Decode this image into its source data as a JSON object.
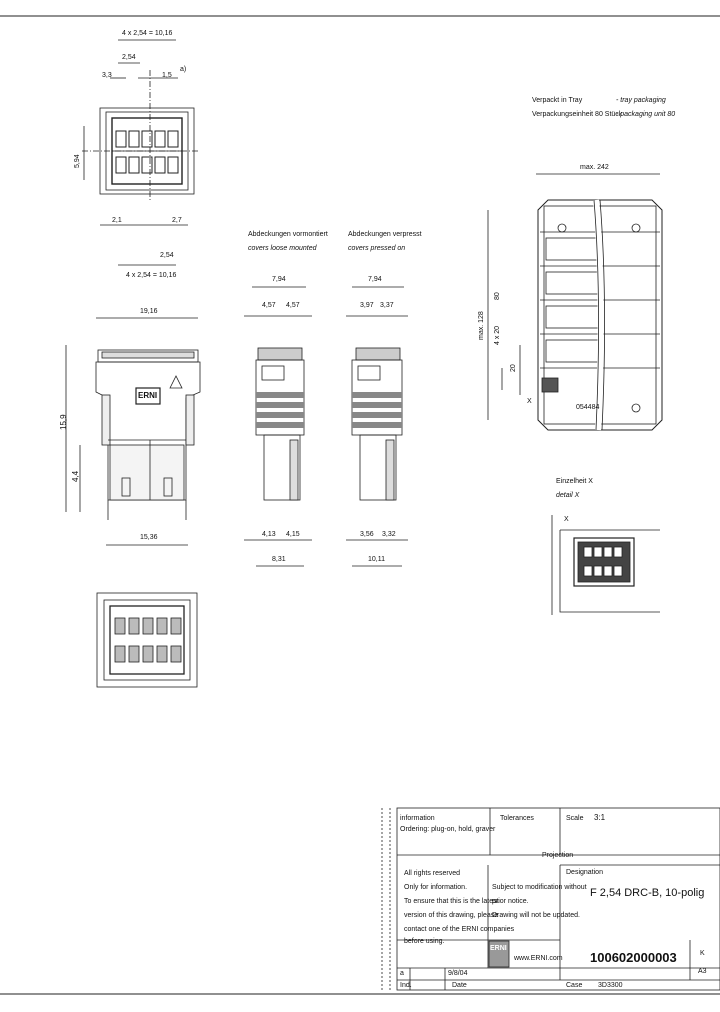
{
  "drawing": {
    "top_view": {
      "dim_total": "4 x 2,54 = 10,16",
      "dim_pitch": "2,54",
      "dim_left": "3,3",
      "dim_right": "1,5",
      "label_a": "a)",
      "dim_height": "5,94",
      "dim_bottom_left": "2,1",
      "dim_bottom_right": "2,7"
    },
    "front_view": {
      "dim_pitch": "2,54",
      "dim_total": "4 x 2,54 = 10,16",
      "dim_width": "19,16",
      "dim_height": "15,9",
      "dim_lower": "4,4",
      "dim_bottom": "15,36",
      "logo": "ERNI"
    },
    "side_unmounted": {
      "title_de": "Abdeckungen vormontiert",
      "title_en": "covers loose mounted",
      "dim_top": "7,94",
      "dim_left": "4,57",
      "dim_right": "4,57",
      "dim_b_left": "4,13",
      "dim_b_right": "4,15",
      "dim_b_total": "8,31"
    },
    "side_pressed": {
      "title_de": "Abdeckungen verpresst",
      "title_en": "covers pressed on",
      "dim_top": "7,94",
      "dim_left": "3,97",
      "dim_right": "3,37",
      "dim_b_left": "3,56",
      "dim_b_right": "3,32",
      "dim_b_total": "10,11"
    },
    "tray": {
      "pack_de_1": "Verpackt in Tray",
      "pack_de_2": "Verpackungseinheit 80 Stück",
      "pack_en_1": "- tray packaging",
      "pack_en_2": "- packaging unit 80",
      "dim_max_width": "max. 242",
      "dim_max_height": "max. 128",
      "dim_rows": "4 x 20",
      "dim_80": "80",
      "dim_20": "20",
      "label_x": "X",
      "part_label": "054484"
    },
    "detail": {
      "title_de": "Einzelheit X",
      "title_en": "detail X",
      "label_x": "X"
    }
  },
  "title_block": {
    "information": "information",
    "ordering": "Ordering: plug-on, hold, graver",
    "tolerances": "Tolerances",
    "scale_label": "Scale",
    "scale_value": "3:1",
    "projection": "Projection",
    "rights_1": "All rights reserved",
    "rights_2": "Only for information.",
    "rights_3": "To ensure that this is the latest",
    "rights_4": "version of this drawing, please",
    "rights_5": "contact one of the ERNI companies",
    "rights_6": "before using.",
    "subject_1": "Subject to modification without",
    "subject_2": "prior notice.",
    "subject_3": "Drawing will not be updated.",
    "designation_label": "Designation",
    "designation": "F 2,54 DRC-B, 10-polig",
    "website": "www.ERNI.com",
    "logo": "ERNI",
    "part_number": "100602000003",
    "sheet_k": "K",
    "sheet_a": "A3",
    "date_label": "Date",
    "case_label": "Case",
    "case_value": "3D3300",
    "rev_a": "a",
    "rev_date": "9/8/04",
    "rev_idx": "Ind."
  }
}
